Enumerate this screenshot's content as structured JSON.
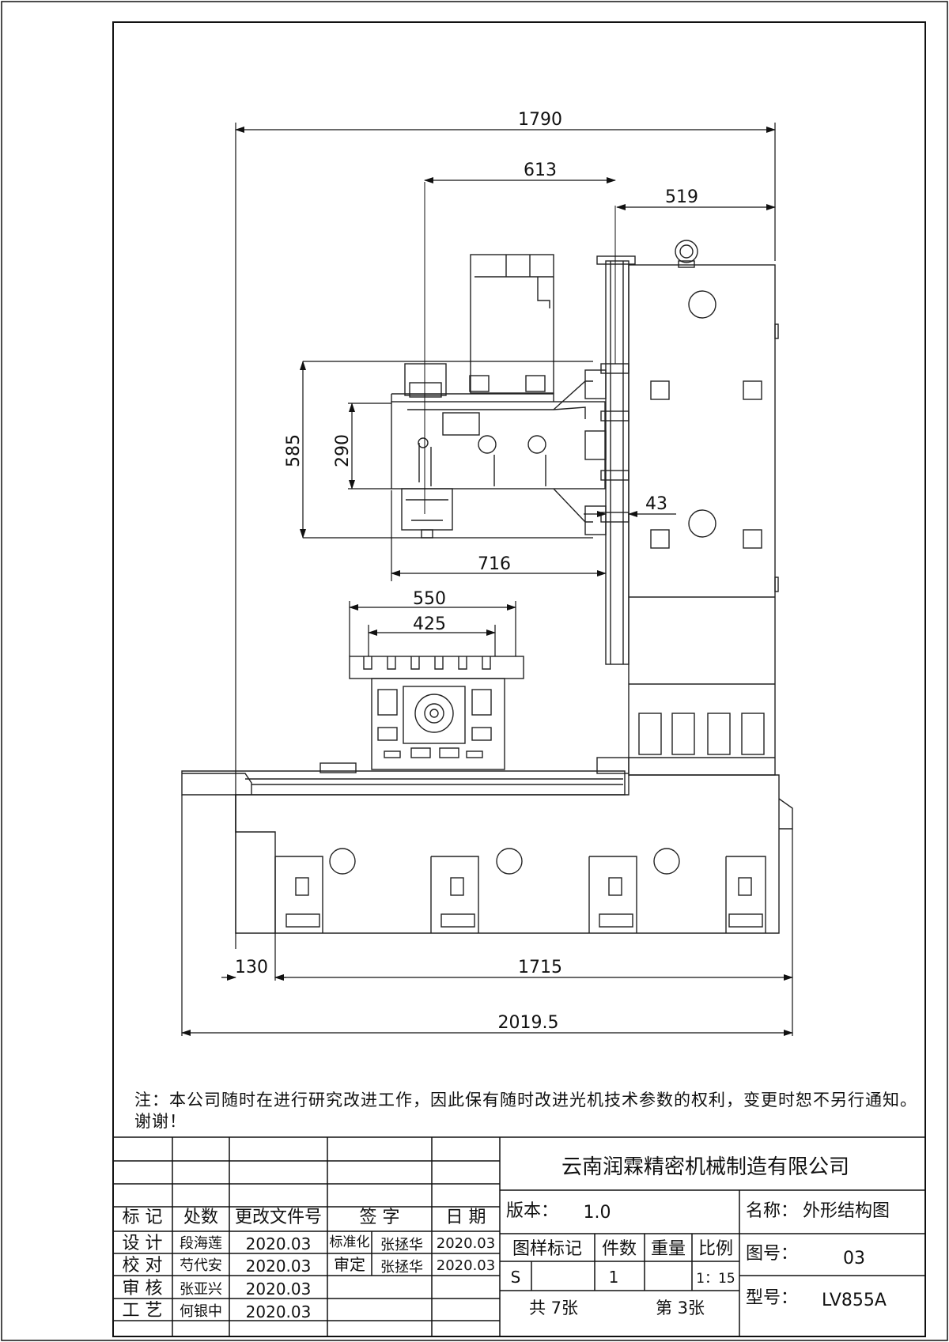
{
  "dimensions": {
    "overall_width": "1790",
    "column_offset": "613",
    "column_depth": "519",
    "head_height": "585",
    "spindle_block": "290",
    "guide_gap": "43",
    "spindle_reach": "716",
    "table_width": "550",
    "table_slot_span": "425",
    "base_front": "130",
    "base_length": "1715",
    "total_length": "2019.5"
  },
  "note": "注：本公司随时在进行研究改进工作，因此保有随时改进光机技术参数的权利，变更时恕不另行通知。谢谢！",
  "title_block": {
    "company": "云南润霖精密机械制造有限公司",
    "headers": {
      "mark": "标 记",
      "count": "处数",
      "change_doc": "更改文件号",
      "signature": "签 字",
      "date": "日 期"
    },
    "rows": [
      {
        "role": "设 计",
        "name": "段海莲",
        "date": "2020.03",
        "role2": "标准化",
        "name2": "张拯华",
        "date2": "2020.03"
      },
      {
        "role": "校 对",
        "name": "芍代安",
        "date": "2020.03",
        "role2": "审定",
        "name2": "张拯华",
        "date2": "2020.03"
      },
      {
        "role": "审 核",
        "name": "张亚兴",
        "date": "2020.03"
      },
      {
        "role": "工 艺",
        "name": "何银中",
        "date": "2020.03"
      }
    ],
    "version_label": "版本：",
    "version": "1.0",
    "name_label": "名称：",
    "name": "外形结构图",
    "sample_label": "图样标记",
    "qty_label": "件数",
    "weight_label": "重量",
    "ratio_label": "比例",
    "sample_value": "S",
    "qty_value": "1",
    "ratio_value": "1：15",
    "drawing_no_label": "图号：",
    "drawing_no": "03",
    "total_sheets": "共 7张",
    "sheet_no": "第 3张",
    "model_label": "型号：",
    "model": "LV855A"
  }
}
